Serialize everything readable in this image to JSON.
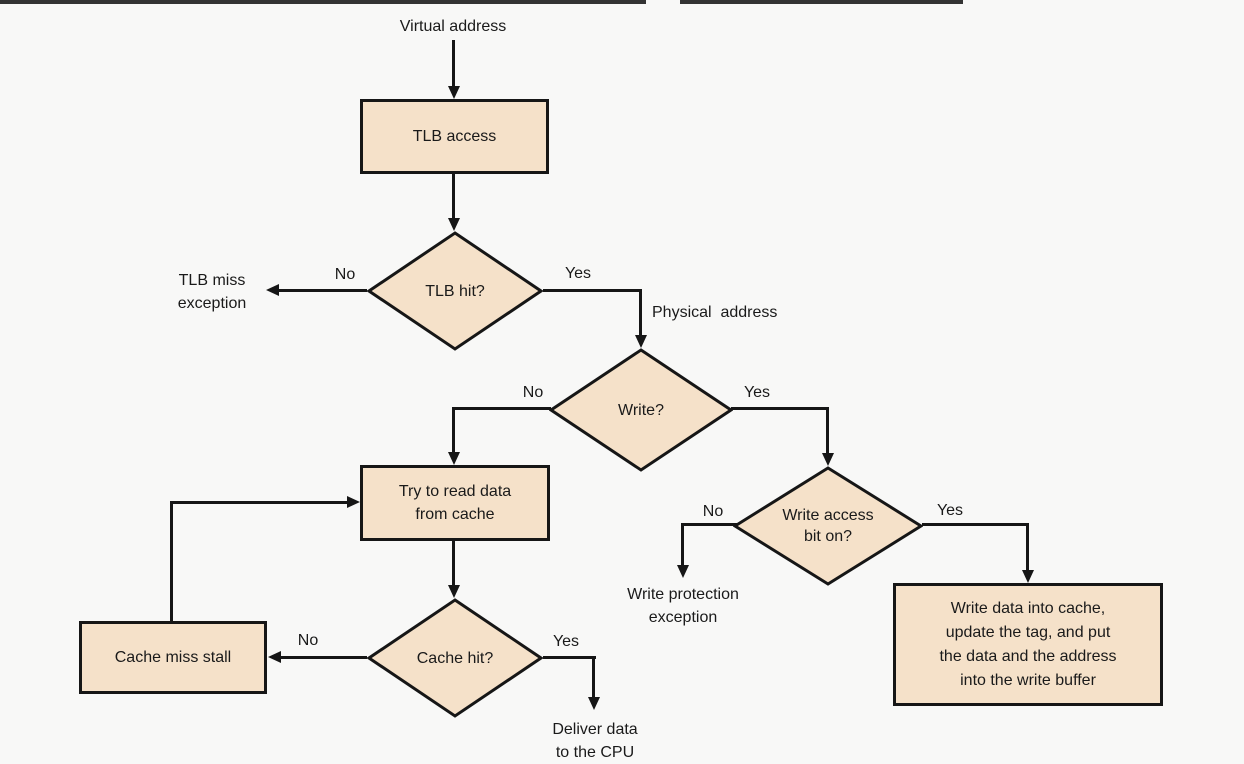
{
  "diagram": {
    "type": "flowchart",
    "topic": "TLB and cache access for read and write operations",
    "colors": {
      "node_fill": "#f5e1c9",
      "node_border": "#161616",
      "connector": "#161616",
      "text": "#1a1a1a",
      "background": "#f8f8f7",
      "top_edge_bar": "#333333"
    },
    "nodes": {
      "virtual_address": {
        "shape": "text",
        "label": "Virtual address"
      },
      "tlb_access": {
        "shape": "box",
        "label": "TLB access"
      },
      "tlb_hit": {
        "shape": "diamond",
        "label": "TLB hit?"
      },
      "tlb_miss_exception": {
        "shape": "text",
        "lines": [
          "TLB miss",
          "exception"
        ]
      },
      "physical_address": {
        "shape": "edge-annotation",
        "label": "Physical  address"
      },
      "write": {
        "shape": "diamond",
        "label": "Write?"
      },
      "try_read": {
        "shape": "box",
        "lines": [
          "Try to read data",
          "from cache"
        ]
      },
      "cache_hit": {
        "shape": "diamond",
        "label": "Cache hit?"
      },
      "cache_miss_stall": {
        "shape": "box",
        "label": "Cache miss stall"
      },
      "deliver_data": {
        "shape": "text",
        "lines": [
          "Deliver data",
          "to the CPU"
        ]
      },
      "write_access": {
        "shape": "diamond",
        "lines": [
          "Write access",
          "bit on?"
        ]
      },
      "write_protection_exception": {
        "shape": "text",
        "lines": [
          "Write protection",
          "exception"
        ]
      },
      "write_buffer": {
        "shape": "box",
        "lines": [
          "Write data into cache,",
          "update the tag, and put",
          "the data and the address",
          "into the write buffer"
        ]
      }
    },
    "edges": {
      "tlb_hit_no": "No",
      "tlb_hit_yes": "Yes",
      "write_no": "No",
      "write_yes": "Yes",
      "cache_hit_no": "No",
      "cache_hit_yes": "Yes",
      "write_access_no": "No",
      "write_access_yes": "Yes"
    }
  }
}
